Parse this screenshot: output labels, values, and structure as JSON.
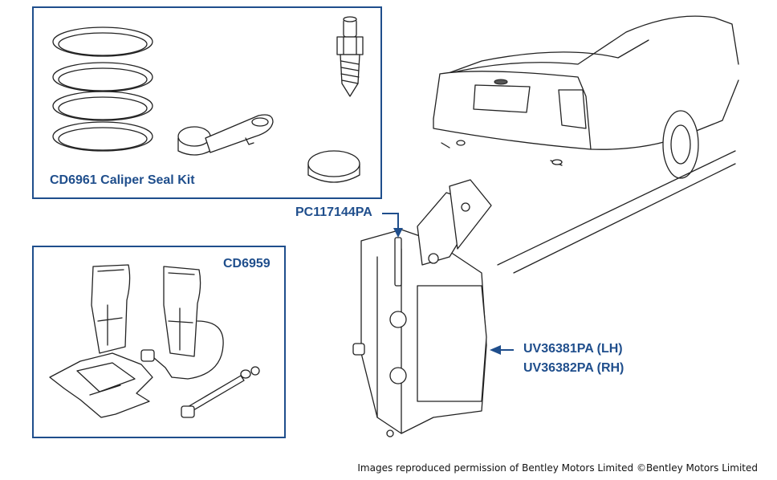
{
  "kit_box": {
    "title": "CD6961 Caliper Seal Kit"
  },
  "pads_box": {
    "title": "CD6959"
  },
  "callouts": {
    "pin": "PC117144PA",
    "caliper_lh": "UV36381PA (LH)",
    "caliper_rh": "UV36382PA (RH)"
  },
  "credit": "Images reproduced permission of Bentley Motors Limited ©Bentley Motors Limited",
  "colors": {
    "accent": "#1f4e8c",
    "line": "#222222"
  },
  "icons": [
    "seal-rings-icon",
    "bleed-screw-icon",
    "dust-cap-icon",
    "bracket-icon",
    "plug-cap-icon",
    "brake-pad-icon",
    "wear-sensor-icon",
    "anti-squeal-shim-icon",
    "bolt-icon",
    "car-rear-icon",
    "caliper-icon",
    "pin-icon"
  ]
}
